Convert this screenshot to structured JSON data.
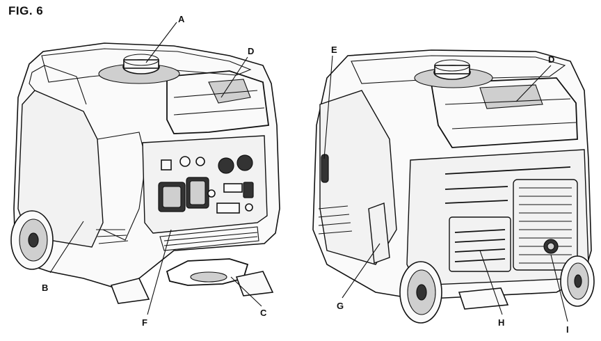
{
  "figure": {
    "title": "FIG. 6"
  },
  "labels": {
    "A": "A",
    "B": "B",
    "C": "C",
    "D1": "D",
    "D2": "D",
    "E": "E",
    "F": "F",
    "G": "G",
    "H": "H",
    "I": "I"
  }
}
